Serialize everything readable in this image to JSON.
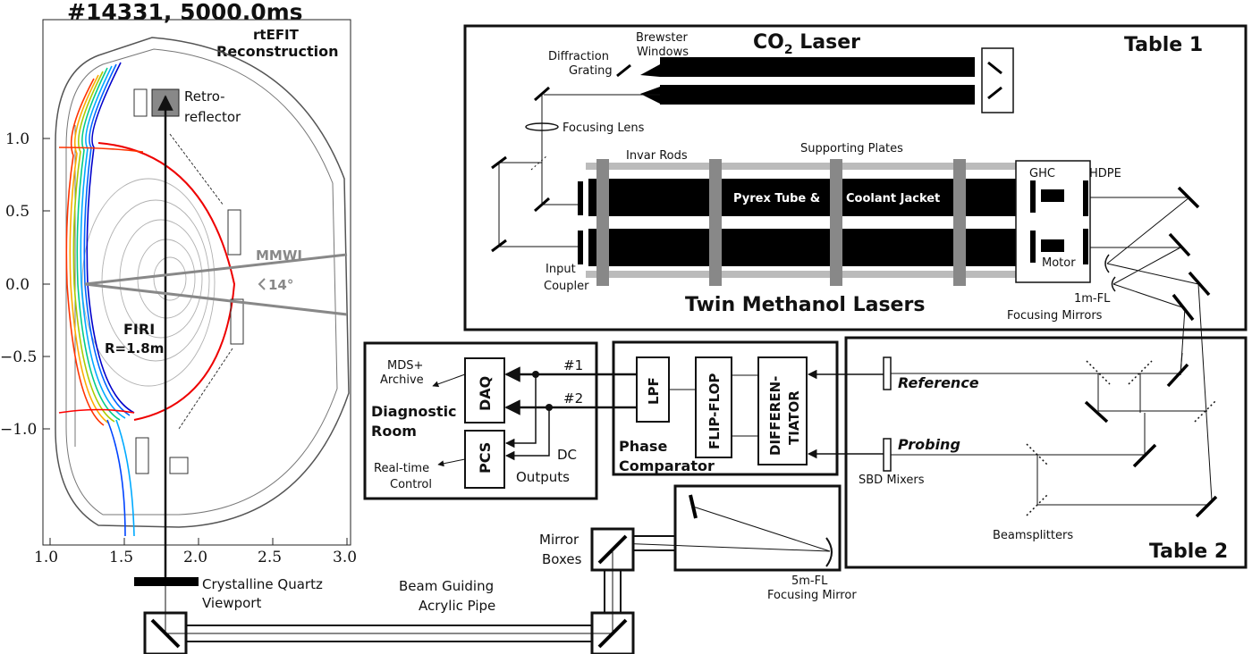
{
  "plot": {
    "title": "#14331,  5000.0ms",
    "recon_line1": "rtEFIT",
    "recon_line2": "Reconstruction",
    "x_ticks": [
      "1.0",
      "1.5",
      "2.0",
      "2.5",
      "3.0"
    ],
    "y_ticks": [
      "1.0",
      "0.5",
      "0.0",
      "−0.5",
      "−1.0"
    ],
    "retro_line1": "Retro-",
    "retro_line2": "reflector",
    "mmwi": "MMWI",
    "angle": "14°",
    "firi": "FIRI",
    "radius": "R=1.8m"
  },
  "table1": {
    "title": "Table 1",
    "co2_laser": "CO",
    "co2_sub": "2",
    "co2_suffix": " Laser",
    "brewster1": "Brewster",
    "brewster2": "Windows",
    "diffraction1": "Diffraction",
    "diffraction2": "Grating",
    "focusing_lens": "Focusing Lens",
    "invar_rods": "Invar Rods",
    "supporting_plates": "Supporting Plates",
    "pyrex": "Pyrex Tube &",
    "coolant": "Coolant Jacket",
    "ghc": "GHC",
    "hdpe": "HDPE",
    "motor": "Motor",
    "input1": "Input",
    "input2": "Coupler",
    "twin": "Twin Methanol Lasers",
    "fl1m": "1m-FL",
    "focusing_mirrors": "Focusing Mirrors"
  },
  "diag_room": {
    "mds1": "MDS+",
    "mds2": "Archive",
    "daq": "DAQ",
    "pcs": "PCS",
    "diagnostic1": "Diagnostic",
    "diagnostic2": "Room",
    "rt1": "Real-time",
    "rt2": "Control",
    "dc1": "DC",
    "dc2": "Outputs",
    "ch1": "#1",
    "ch2": "#2"
  },
  "phase": {
    "lpf": "LPF",
    "flipflop": "FLIP-FLOP",
    "diff1": "DIFFEREN-",
    "diff2": "TIATOR",
    "title1": "Phase",
    "title2": "Comparator"
  },
  "table2": {
    "title": "Table 2",
    "reference": "Reference",
    "probing": "Probing",
    "sbd": "SBD Mixers",
    "beamsplitters": "Beamsplitters"
  },
  "bottom": {
    "fl5m": "5m-FL",
    "focusing_mirror": "Focusing Mirror",
    "mirror1": "Mirror",
    "mirror2": "Boxes",
    "beam1": "Beam Guiding",
    "beam2": "Acrylic Pipe",
    "quartz1": "Crystalline Quartz",
    "quartz2": "Viewport"
  }
}
